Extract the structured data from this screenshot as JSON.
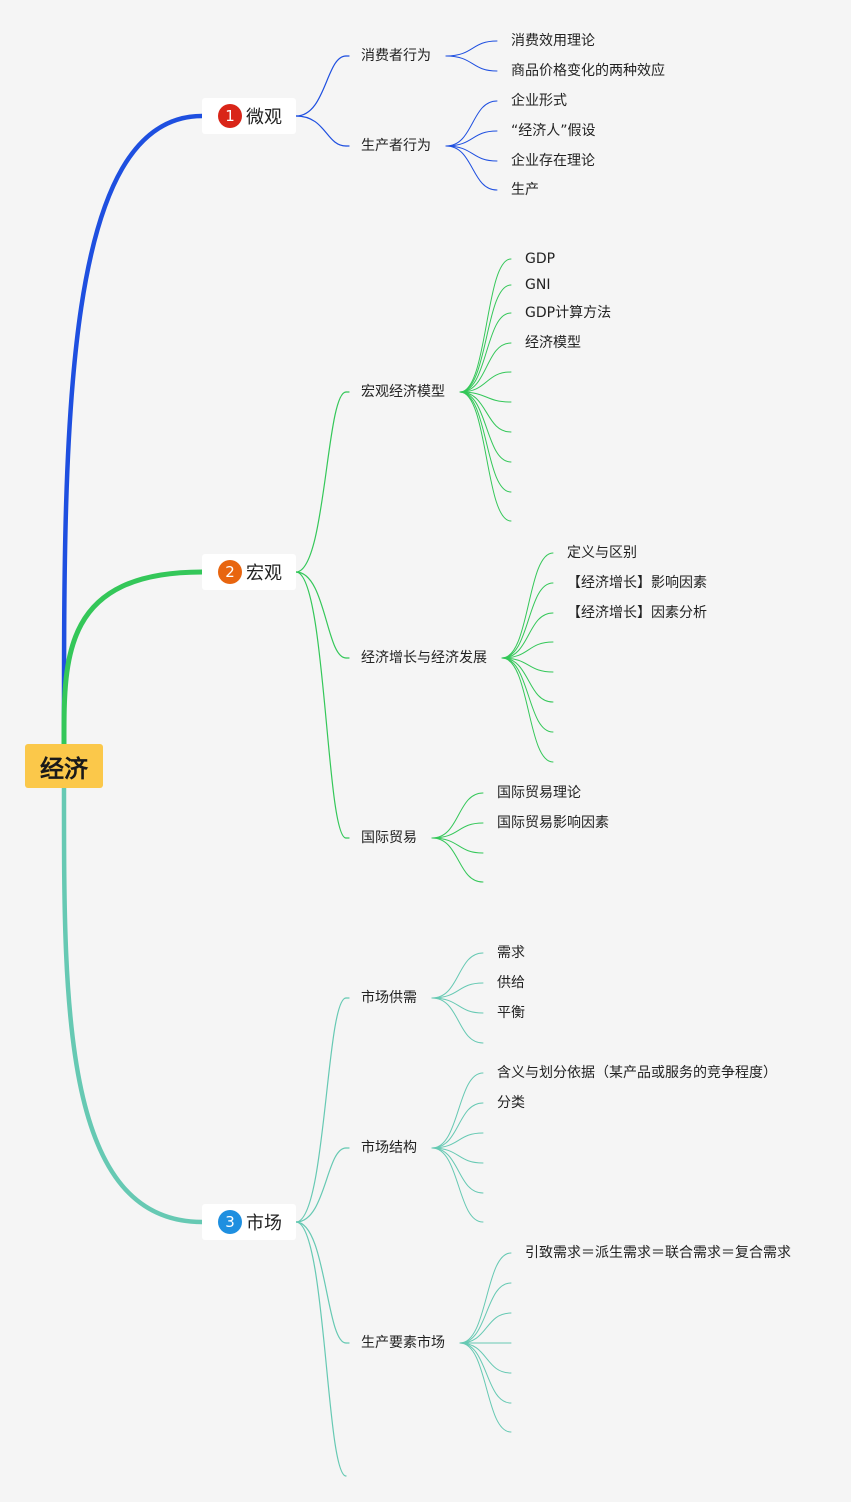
{
  "root": {
    "label": "经济"
  },
  "colors": {
    "micro": "#1e4fe0",
    "macro": "#34c759",
    "market": "#66c9b3",
    "root_bg": "#fbc84a"
  },
  "branches": [
    {
      "id": "micro",
      "number": "1",
      "label": "微观",
      "badge_color": "#d92518",
      "children": [
        {
          "label": "消费者行为",
          "children": [
            "消费效用理论",
            "商品价格变化的两种效应"
          ]
        },
        {
          "label": "生产者行为",
          "children": [
            "企业形式",
            "“经济人”假设",
            "企业存在理论",
            "生产"
          ]
        }
      ]
    },
    {
      "id": "macro",
      "number": "2",
      "label": "宏观",
      "badge_color": "#e8650f",
      "children": [
        {
          "label": "宏观经济模型",
          "children": [
            "GDP",
            "GNI",
            "GDP计算方法",
            "经济模型",
            "",
            "",
            "",
            "",
            "",
            ""
          ]
        },
        {
          "label": "经济增长与经济发展",
          "children": [
            "定义与区别",
            "【经济增长】影响因素",
            "【经济增长】因素分析",
            "",
            "",
            "",
            "",
            ""
          ]
        },
        {
          "label": "国际贸易",
          "children": [
            "国际贸易理论",
            "国际贸易影响因素",
            "",
            ""
          ]
        }
      ]
    },
    {
      "id": "market",
      "number": "3",
      "label": "市场",
      "badge_color": "#1e8fe0",
      "children": [
        {
          "label": "市场供需",
          "children": [
            "需求",
            "供给",
            "平衡",
            ""
          ]
        },
        {
          "label": "市场结构",
          "children": [
            "含义与划分依据（某产品或服务的竞争程度）",
            "分类",
            "",
            "",
            "",
            ""
          ]
        },
        {
          "label": "生产要素市场",
          "children": [
            "引致需求＝派生需求＝联合需求＝复合需求",
            "",
            "",
            "",
            "",
            "",
            ""
          ]
        },
        {
          "label": "",
          "children": []
        }
      ]
    }
  ]
}
